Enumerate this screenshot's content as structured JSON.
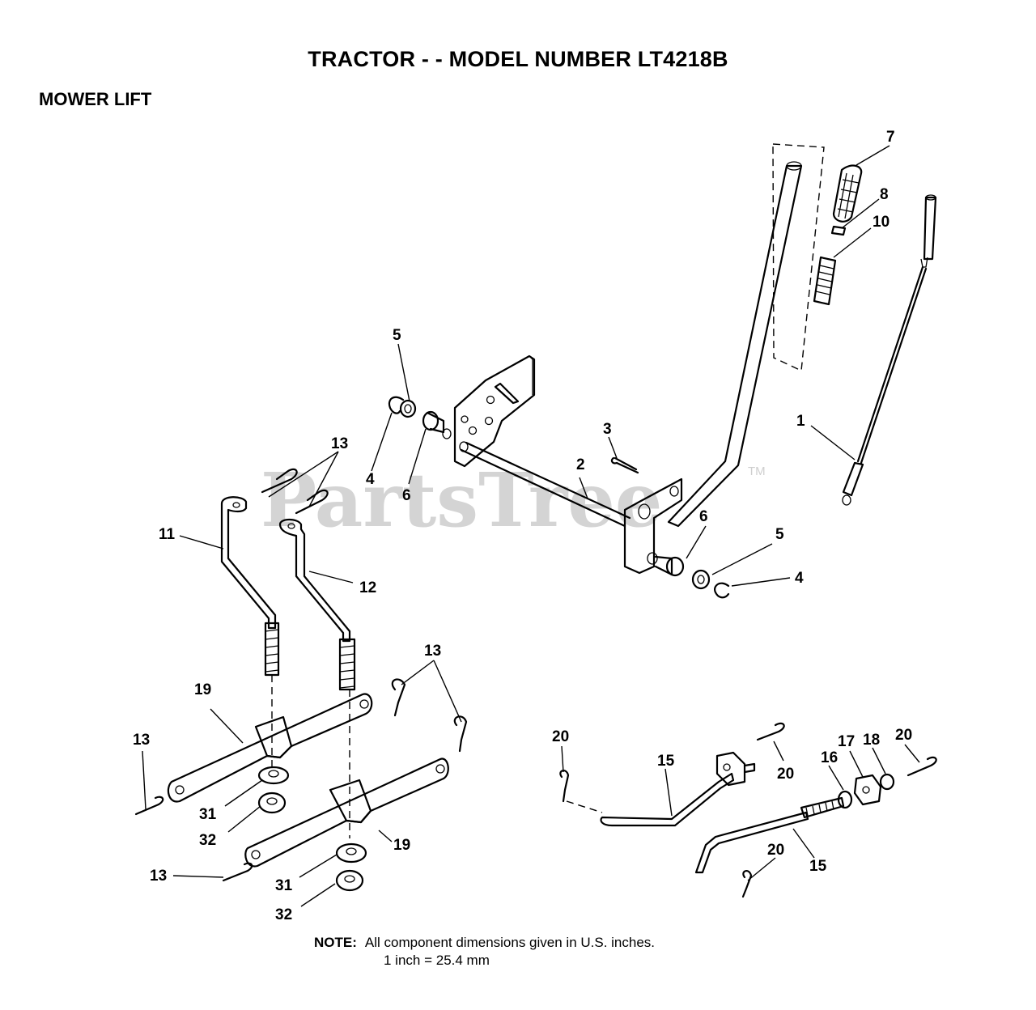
{
  "header": {
    "title": "TRACTOR - - MODEL NUMBER LT4218B",
    "section": "MOWER LIFT"
  },
  "watermark": {
    "text": "PartsTree",
    "tm": "TM"
  },
  "callouts": {
    "c1": "1",
    "c2": "2",
    "c3": "3",
    "c4a": "4",
    "c4b": "4",
    "c5a": "5",
    "c5b": "5",
    "c6a": "6",
    "c6b": "6",
    "c7": "7",
    "c8": "8",
    "c10": "10",
    "c11": "11",
    "c12": "12",
    "c13a": "13",
    "c13b": "13",
    "c13c": "13",
    "c13d": "13",
    "c15a": "15",
    "c15b": "15",
    "c16": "16",
    "c17": "17",
    "c18": "18",
    "c19a": "19",
    "c19b": "19",
    "c20a": "20",
    "c20b": "20",
    "c20c": "20",
    "c20d": "20",
    "c31a": "31",
    "c31b": "31",
    "c32a": "32",
    "c32b": "32"
  },
  "note": {
    "lead": "NOTE:",
    "line1": "All component  dimensions given in U.S. inches.",
    "line2": "1 inch = 25.4 mm"
  },
  "colors": {
    "ink": "#000000",
    "watermark": "#d4d4d4",
    "background": "#ffffff"
  }
}
